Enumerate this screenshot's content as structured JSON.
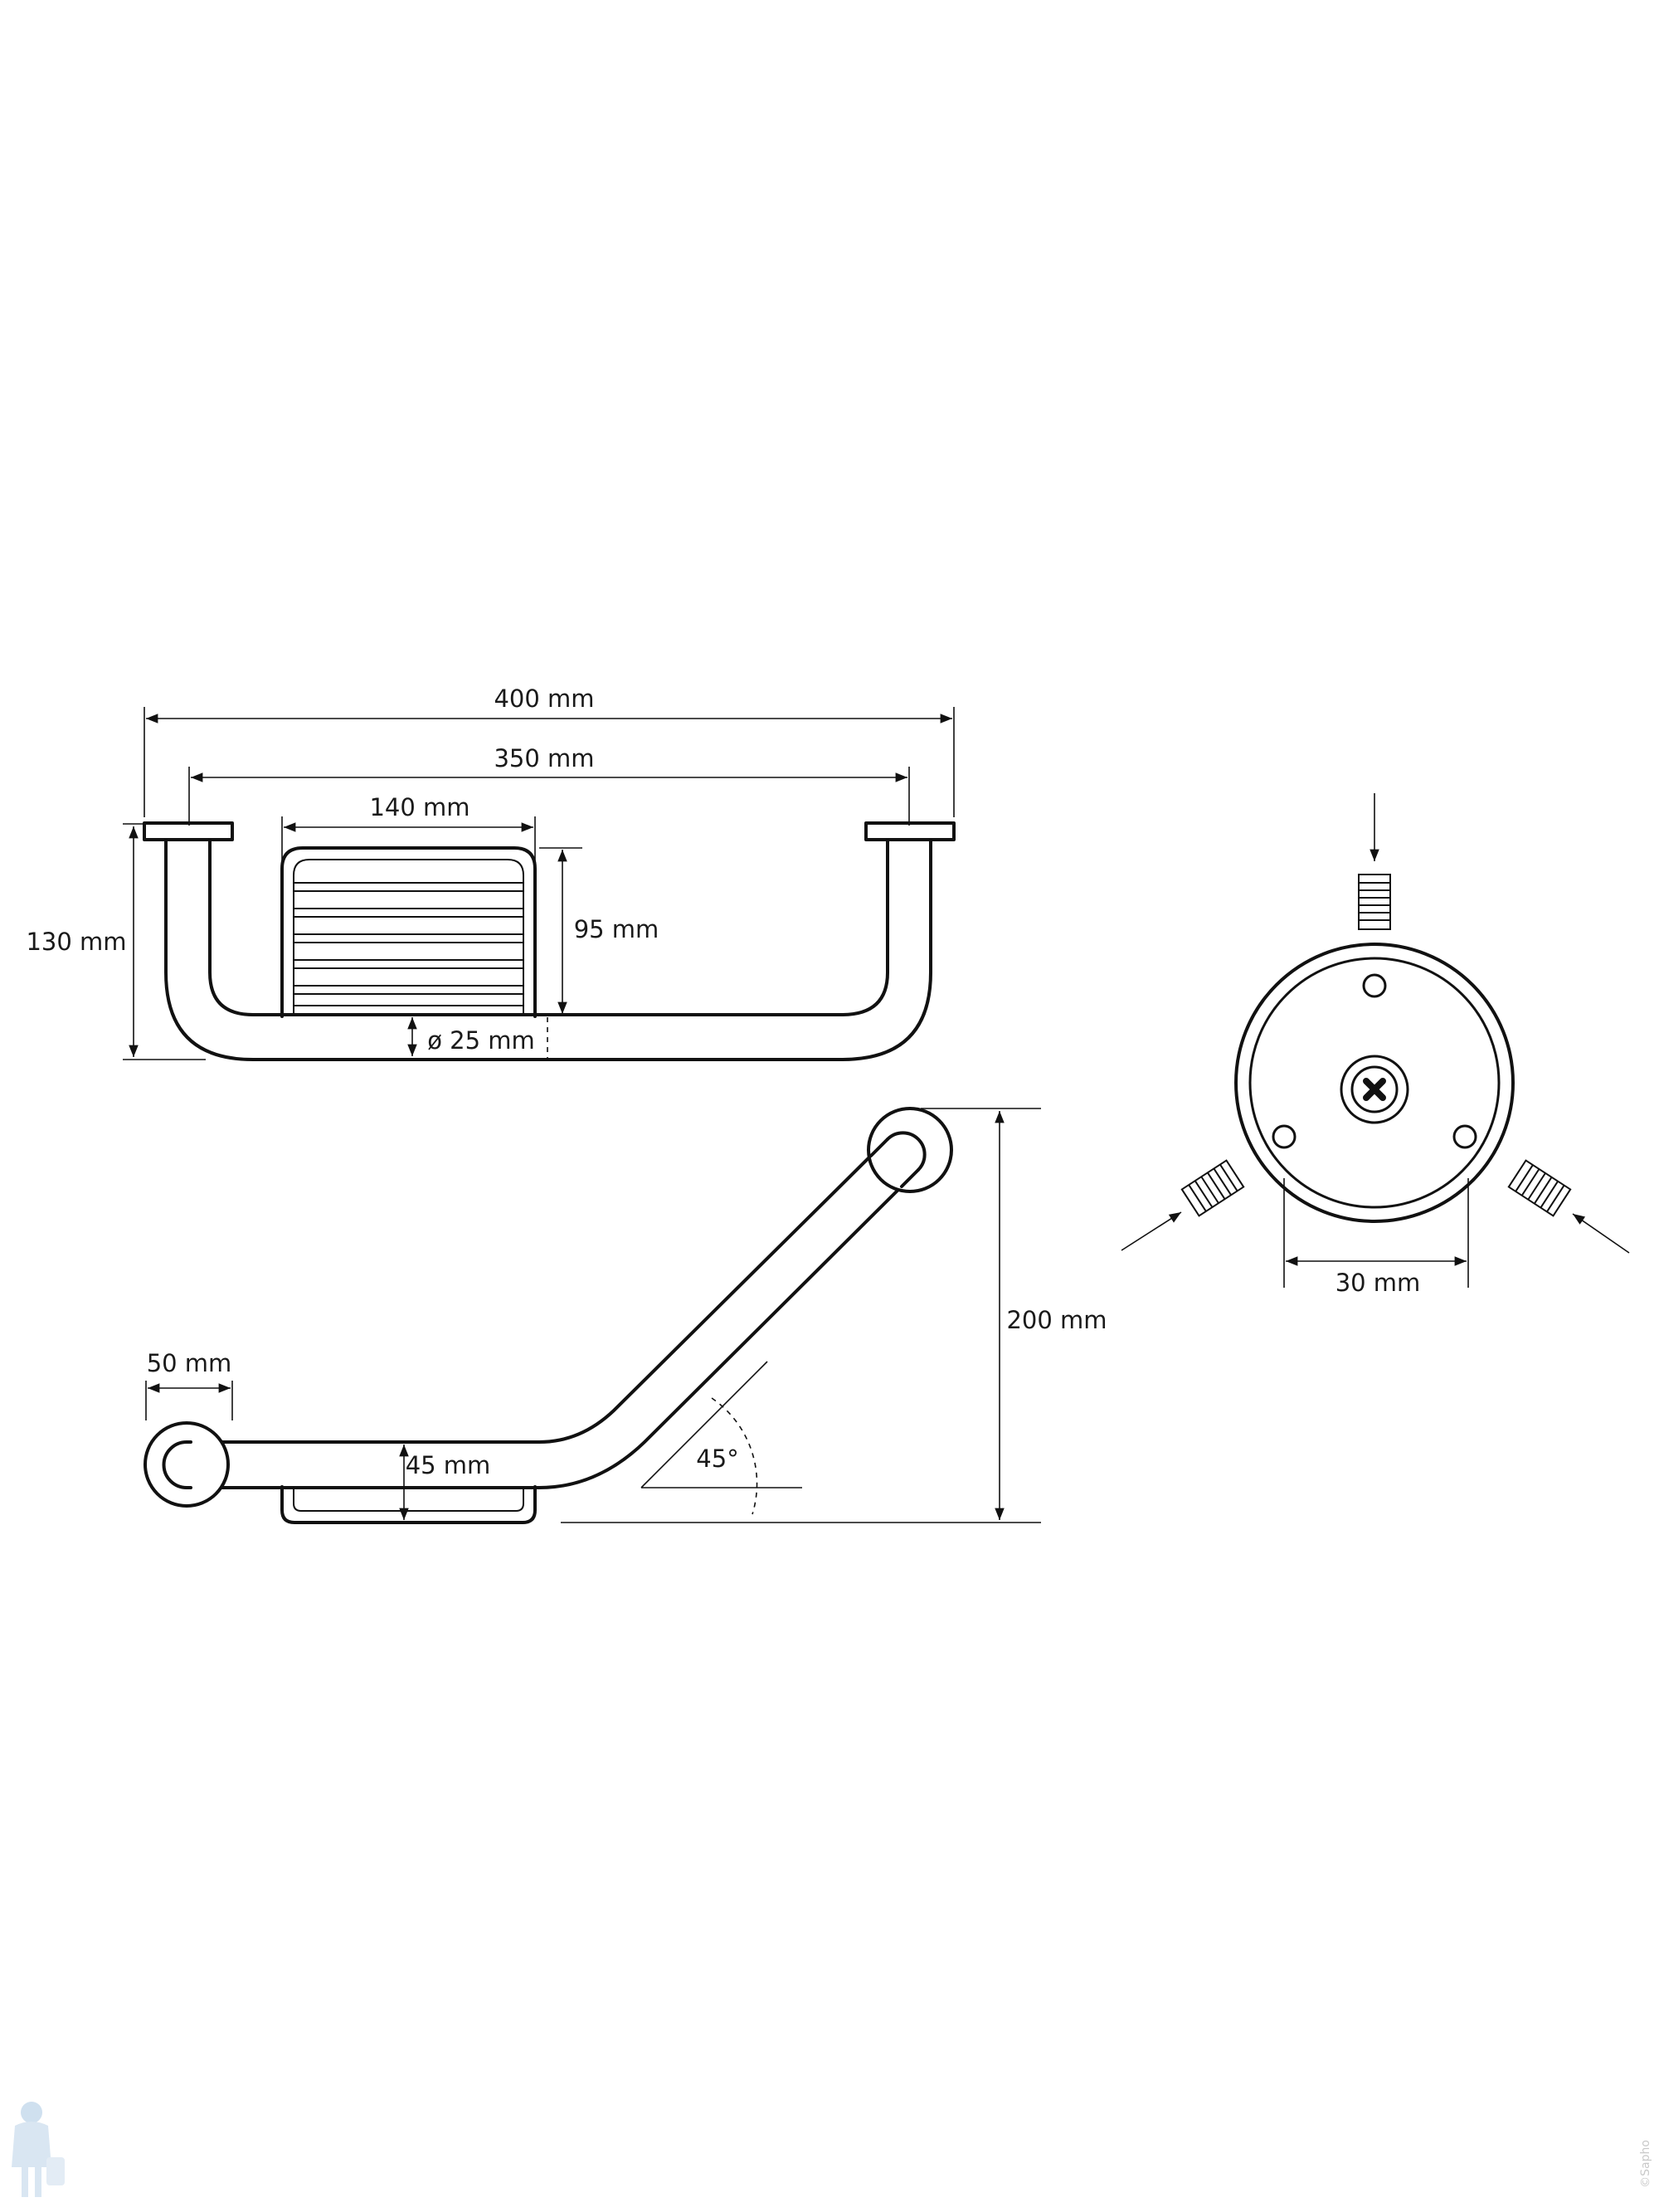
{
  "dimensions": {
    "front_width_total": "400 mm",
    "front_width_mount": "350 mm",
    "basket_width": "140 mm",
    "height": "130 mm",
    "basket_height": "95 mm",
    "tube_diameter": "ø 25 mm",
    "flange_offset": "50 mm",
    "basket_depth": "45 mm",
    "angle": "45°",
    "total_height": "200 mm",
    "hole_spacing": "30 mm"
  },
  "colors": {
    "line": "#111111",
    "background": "#ffffff"
  },
  "watermark": {
    "corner_text": "©Sapho"
  }
}
